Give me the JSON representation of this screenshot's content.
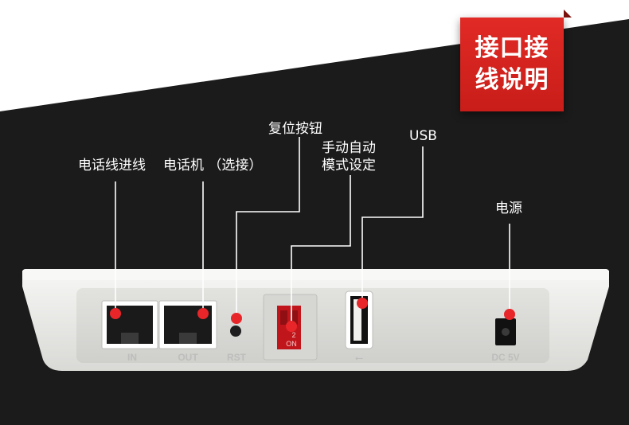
{
  "badge": {
    "line1": "接口接",
    "line2": "线说明"
  },
  "labels": {
    "phone_line_in": "电话线进线",
    "phone_out": "电话机 （选接）",
    "reset": "复位按钮",
    "manual_mode_line1": "手动自动",
    "manual_mode_line2": "模式设定",
    "usb": "USB",
    "power": "电源"
  },
  "device": {
    "port_in": "IN",
    "port_out": "OUT",
    "reset_port": "RST",
    "dip_number": "2",
    "dip_on": "ON",
    "usb_symbol": "⭠",
    "dc_label": "DC 5V"
  },
  "colors": {
    "accent": "#e12a25",
    "marker": "#e8262a",
    "background": "#1b1b1b",
    "device_body": "#ececea"
  }
}
